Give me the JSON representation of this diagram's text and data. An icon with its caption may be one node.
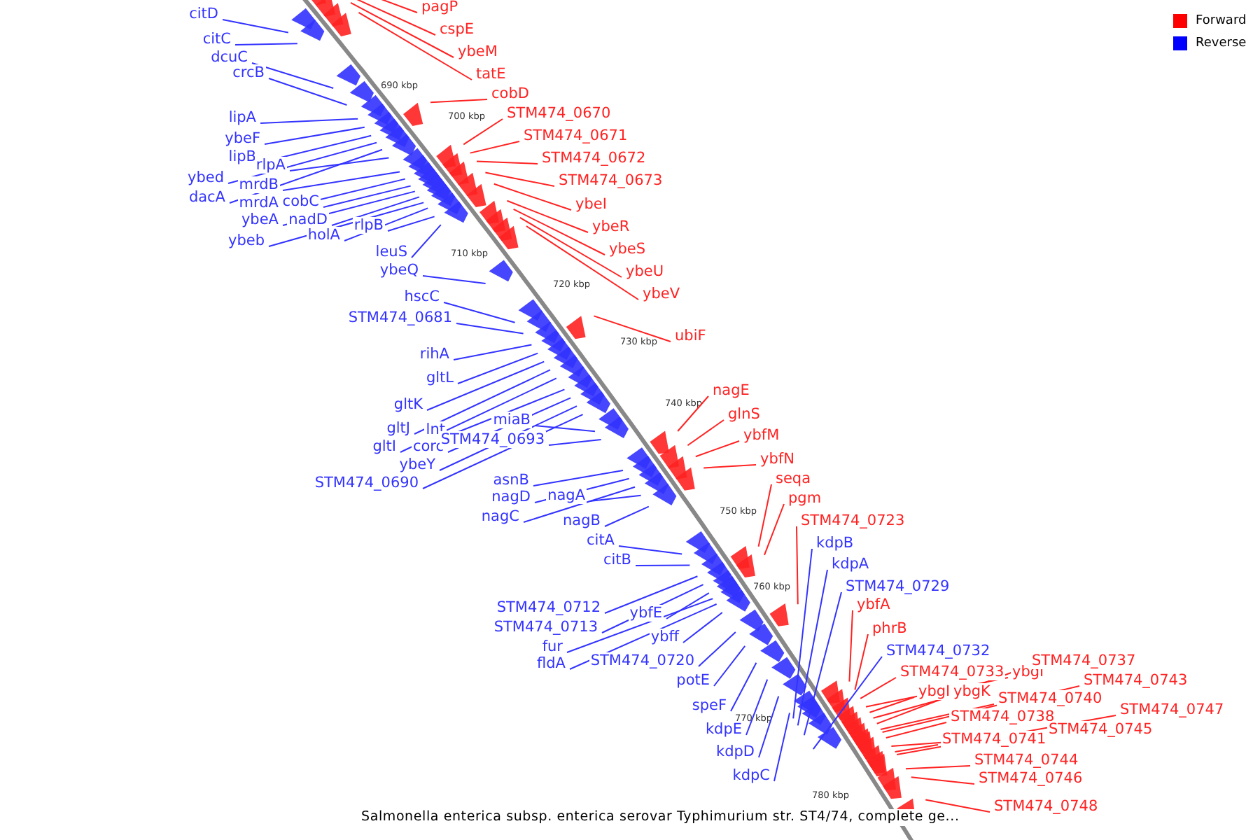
{
  "diagram": {
    "caption": "Salmonella enterica subsp. enterica serovar Typhimurium str. ST4/74, complete ge...",
    "nodes": [
      {
        "text": [
          "citD"
        ]
      },
      {
        "text": [
          "citC"
        ]
      },
      {
        "text": [
          "dcuC"
        ]
      },
      {
        "text": [
          "crcB"
        ]
      },
      {
        "text": [
          "lipA"
        ]
      },
      {
        "text": [
          "ybeF"
        ]
      },
      {
        "text": [
          "lipB"
        ]
      },
      {
        "text": [
          "ybed"
        ]
      },
      {
        "text": [
          "dacA"
        ]
      },
      {
        "text": [
          "rlpA"
        ]
      },
      {
        "text": [
          "mrdB"
        ]
      },
      {
        "text": [
          "mrdA"
        ]
      },
      {
        "text": [
          "cobC"
        ]
      },
      {
        "text": [
          "ybeA"
        ]
      },
      {
        "text": [
          "nadD"
        ]
      },
      {
        "text": [
          "ybeb"
        ]
      },
      {
        "text": [
          "holA"
        ]
      },
      {
        "text": [
          "rlpB"
        ]
      },
      {
        "text": [
          "leuS"
        ]
      },
      {
        "text": [
          "ybeQ"
        ]
      },
      {
        "text": [
          "hscC"
        ]
      },
      {
        "text": [
          "STM474_0681"
        ]
      },
      {
        "text": [
          "rihA"
        ]
      },
      {
        "text": [
          "gltL"
        ]
      },
      {
        "text": [
          "gltK"
        ]
      },
      {
        "text": [
          "gltJ"
        ]
      },
      {
        "text": [
          "gltI"
        ]
      },
      {
        "text": [
          "lnt"
        ]
      },
      {
        "text": [
          "corc"
        ]
      },
      {
        "text": [
          "ybeY"
        ]
      },
      {
        "text": [
          "STM474_0690"
        ]
      },
      {
        "text": [
          "miaB"
        ]
      },
      {
        "text": [
          "STM474_0693"
        ]
      },
      {
        "text": [
          "asnB"
        ]
      },
      {
        "text": [
          "nagD"
        ]
      },
      {
        "text": [
          "nagC"
        ]
      },
      {
        "text": [
          "nagA"
        ]
      },
      {
        "text": [
          "nagB"
        ]
      },
      {
        "text": [
          "citA"
        ]
      },
      {
        "text": [
          "citB"
        ]
      },
      {
        "text": [
          "STM474_0712"
        ]
      },
      {
        "text": [
          "STM474_0713"
        ]
      },
      {
        "text": [
          "ybfE"
        ]
      },
      {
        "text": [
          "fur"
        ]
      },
      {
        "text": [
          "fldA"
        ]
      },
      {
        "text": [
          "ybff"
        ]
      },
      {
        "text": [
          "STM474_0720"
        ]
      },
      {
        "text": [
          "potE"
        ]
      },
      {
        "text": [
          "speF"
        ]
      },
      {
        "text": [
          "kdpE"
        ]
      },
      {
        "text": [
          "kdpD"
        ]
      },
      {
        "text": [
          "kdpC"
        ]
      },
      {
        "text": [
          "kdpB"
        ]
      },
      {
        "text": [
          "kdpA"
        ]
      },
      {
        "text": [
          "STM474_0729"
        ]
      },
      {
        "text": [
          "STM474_0732"
        ]
      },
      {
        "text": [
          "pagP"
        ]
      },
      {
        "text": [
          "cspE"
        ]
      },
      {
        "text": [
          "ybeM"
        ]
      },
      {
        "text": [
          "tatE"
        ]
      },
      {
        "text": [
          "cobD"
        ]
      },
      {
        "text": [
          "STM474_0670"
        ]
      },
      {
        "text": [
          "STM474_0671"
        ]
      },
      {
        "text": [
          "STM474_0672"
        ]
      },
      {
        "text": [
          "STM474_0673"
        ]
      },
      {
        "text": [
          "ybeI"
        ]
      },
      {
        "text": [
          "ybeR"
        ]
      },
      {
        "text": [
          "ybeS"
        ]
      },
      {
        "text": [
          "ybeU"
        ]
      },
      {
        "text": [
          "ybeV"
        ]
      },
      {
        "text": [
          "ubiF"
        ]
      },
      {
        "text": [
          "nagE"
        ]
      },
      {
        "text": [
          "glnS"
        ]
      },
      {
        "text": [
          "ybfM"
        ]
      },
      {
        "text": [
          "ybfN"
        ]
      },
      {
        "text": [
          "seqa"
        ]
      },
      {
        "text": [
          "pgm"
        ]
      },
      {
        "text": [
          "STM474_0723"
        ]
      },
      {
        "text": [
          "ybfA"
        ]
      },
      {
        "text": [
          "phrB"
        ]
      },
      {
        "text": [
          "STM474_0733"
        ]
      },
      {
        "text": [
          "ybgI"
        ]
      },
      {
        "text": [
          "ybgI"
        ]
      },
      {
        "text": [
          "ybgK"
        ]
      },
      {
        "text": [
          "STM474_0737"
        ]
      },
      {
        "text": [
          "STM474_0743"
        ]
      },
      {
        "text": [
          "STM474_0740"
        ]
      },
      {
        "text": [
          "STM474_0738"
        ]
      },
      {
        "text": [
          "STM474_0745"
        ]
      },
      {
        "text": [
          "STM474_0747"
        ]
      },
      {
        "text": [
          "STM474_0741"
        ]
      },
      {
        "text": [
          "STM474_0744"
        ]
      },
      {
        "text": [
          "STM474_0746"
        ]
      },
      {
        "text": [
          "STM474_0748"
        ]
      }
    ],
    "edges": [
      {
        "from": 0,
        "to": null,
        "arrow": "none",
        "color": "#3333ff"
      },
      {
        "from": 1,
        "to": null,
        "arrow": "none",
        "color": "#3333ff"
      },
      {
        "from": 2,
        "to": null,
        "arrow": "none",
        "color": "#3333ff"
      },
      {
        "from": 3,
        "to": null,
        "arrow": "none",
        "color": "#3333ff"
      },
      {
        "from": 4,
        "to": null,
        "arrow": "none",
        "color": "#3333ff"
      },
      {
        "from": 5,
        "to": null,
        "arrow": "none",
        "color": "#3333ff"
      },
      {
        "from": 6,
        "to": null,
        "arrow": "none",
        "color": "#3333ff"
      },
      {
        "from": 7,
        "to": null,
        "arrow": "none",
        "color": "#3333ff"
      },
      {
        "from": 8,
        "to": null,
        "arrow": "none",
        "color": "#3333ff"
      },
      {
        "from": 9,
        "to": null,
        "arrow": "none",
        "color": "#3333ff"
      },
      {
        "from": 10,
        "to": null,
        "arrow": "none",
        "color": "#3333ff"
      },
      {
        "from": 11,
        "to": null,
        "arrow": "none",
        "color": "#3333ff"
      },
      {
        "from": 12,
        "to": null,
        "arrow": "none",
        "color": "#3333ff"
      },
      {
        "from": 13,
        "to": null,
        "arrow": "none",
        "color": "#3333ff"
      },
      {
        "from": 14,
        "to": null,
        "arrow": "none",
        "color": "#3333ff"
      },
      {
        "from": 15,
        "to": null,
        "arrow": "none",
        "color": "#3333ff"
      },
      {
        "from": 16,
        "to": null,
        "arrow": "none",
        "color": "#3333ff"
      },
      {
        "from": 17,
        "to": null,
        "arrow": "none",
        "color": "#3333ff"
      },
      {
        "from": 18,
        "to": null,
        "arrow": "none",
        "color": "#3333ff"
      },
      {
        "from": 19,
        "to": null,
        "arrow": "none",
        "color": "#3333ff"
      },
      {
        "from": 20,
        "to": null,
        "arrow": "none",
        "color": "#3333ff"
      },
      {
        "from": 21,
        "to": null,
        "arrow": "none",
        "color": "#3333ff"
      },
      {
        "from": 22,
        "to": null,
        "arrow": "none",
        "color": "#3333ff"
      },
      {
        "from": 23,
        "to": null,
        "arrow": "none",
        "color": "#3333ff"
      },
      {
        "from": 24,
        "to": null,
        "arrow": "none",
        "color": "#3333ff"
      },
      {
        "from": 25,
        "to": null,
        "arrow": "none",
        "color": "#3333ff"
      },
      {
        "from": 26,
        "to": null,
        "arrow": "none",
        "color": "#3333ff"
      },
      {
        "from": 27,
        "to": null,
        "arrow": "none",
        "color": "#3333ff"
      },
      {
        "from": 28,
        "to": null,
        "arrow": "none",
        "color": "#3333ff"
      },
      {
        "from": 29,
        "to": null,
        "arrow": "none",
        "color": "#3333ff"
      },
      {
        "from": 30,
        "to": null,
        "arrow": "none",
        "color": "#3333ff"
      },
      {
        "from": 31,
        "to": null,
        "arrow": "none",
        "color": "#3333ff"
      },
      {
        "from": 32,
        "to": null,
        "arrow": "none",
        "color": "#3333ff"
      },
      {
        "from": 33,
        "to": null,
        "arrow": "none",
        "color": "#3333ff"
      },
      {
        "from": 34,
        "to": null,
        "arrow": "none",
        "color": "#3333ff"
      },
      {
        "from": 35,
        "to": null,
        "arrow": "none",
        "color": "#3333ff"
      },
      {
        "from": 36,
        "to": null,
        "arrow": "none",
        "color": "#3333ff"
      },
      {
        "from": 37,
        "to": null,
        "arrow": "none",
        "color": "#3333ff"
      },
      {
        "from": 38,
        "to": null,
        "arrow": "none",
        "color": "#3333ff"
      },
      {
        "from": 39,
        "to": null,
        "arrow": "none",
        "color": "#3333ff"
      },
      {
        "from": 40,
        "to": null,
        "arrow": "none",
        "color": "#3333ff"
      },
      {
        "from": 41,
        "to": null,
        "arrow": "none",
        "color": "#3333ff"
      },
      {
        "from": 42,
        "to": null,
        "arrow": "none",
        "color": "#3333ff"
      },
      {
        "from": 43,
        "to": null,
        "arrow": "none",
        "color": "#3333ff"
      },
      {
        "from": 44,
        "to": null,
        "arrow": "none",
        "color": "#3333ff"
      },
      {
        "from": 45,
        "to": null,
        "arrow": "none",
        "color": "#3333ff"
      },
      {
        "from": 46,
        "to": null,
        "arrow": "none",
        "color": "#3333ff"
      },
      {
        "from": 47,
        "to": null,
        "arrow": "none",
        "color": "#3333ff"
      },
      {
        "from": 48,
        "to": null,
        "arrow": "none",
        "color": "#3333ff"
      },
      {
        "from": 49,
        "to": null,
        "arrow": "none",
        "color": "#3333ff"
      },
      {
        "from": 50,
        "to": null,
        "arrow": "none",
        "color": "#3333ff"
      },
      {
        "from": 51,
        "to": null,
        "arrow": "none",
        "color": "#3333ff"
      },
      {
        "from": 52,
        "to": null,
        "arrow": "none",
        "color": "#3333ff"
      },
      {
        "from": 53,
        "to": null,
        "arrow": "none",
        "color": "#3333ff"
      },
      {
        "from": 54,
        "to": null,
        "arrow": "none",
        "color": "#3333ff"
      },
      {
        "from": 55,
        "to": null,
        "arrow": "none",
        "color": "#3333ff"
      },
      {
        "from": 56,
        "to": null,
        "arrow": "none",
        "color": "#ff2222"
      },
      {
        "from": 57,
        "to": null,
        "arrow": "none",
        "color": "#ff2222"
      },
      {
        "from": 58,
        "to": null,
        "arrow": "none",
        "color": "#ff2222"
      },
      {
        "from": 59,
        "to": null,
        "arrow": "none",
        "color": "#ff2222"
      },
      {
        "from": 60,
        "to": null,
        "arrow": "none",
        "color": "#ff2222"
      },
      {
        "from": 61,
        "to": null,
        "arrow": "none",
        "color": "#ff2222"
      },
      {
        "from": 62,
        "to": null,
        "arrow": "none",
        "color": "#ff2222"
      },
      {
        "from": 63,
        "to": null,
        "arrow": "none",
        "color": "#ff2222"
      },
      {
        "from": 64,
        "to": null,
        "arrow": "none",
        "color": "#ff2222"
      },
      {
        "from": 65,
        "to": null,
        "arrow": "none",
        "color": "#ff2222"
      },
      {
        "from": 66,
        "to": null,
        "arrow": "none",
        "color": "#ff2222"
      },
      {
        "from": 67,
        "to": null,
        "arrow": "none",
        "color": "#ff2222"
      },
      {
        "from": 68,
        "to": null,
        "arrow": "none",
        "color": "#ff2222"
      },
      {
        "from": 69,
        "to": null,
        "arrow": "none",
        "color": "#ff2222"
      },
      {
        "from": 70,
        "to": null,
        "arrow": "none",
        "color": "#ff2222"
      },
      {
        "from": 71,
        "to": null,
        "arrow": "none",
        "color": "#ff2222"
      },
      {
        "from": 72,
        "to": null,
        "arrow": "none",
        "color": "#ff2222"
      },
      {
        "from": 73,
        "to": null,
        "arrow": "none",
        "color": "#ff2222"
      },
      {
        "from": 74,
        "to": null,
        "arrow": "none",
        "color": "#ff2222"
      },
      {
        "from": 75,
        "to": null,
        "arrow": "none",
        "color": "#ff2222"
      },
      {
        "from": 76,
        "to": null,
        "arrow": "none",
        "color": "#ff2222"
      },
      {
        "from": 77,
        "to": null,
        "arrow": "none",
        "color": "#ff2222"
      },
      {
        "from": 78,
        "to": null,
        "arrow": "none",
        "color": "#ff2222"
      },
      {
        "from": 79,
        "to": null,
        "arrow": "none",
        "color": "#ff2222"
      },
      {
        "from": 80,
        "to": null,
        "arrow": "none",
        "color": "#ff2222"
      },
      {
        "from": 81,
        "to": null,
        "arrow": "none",
        "color": "#ff2222"
      },
      {
        "from": 82,
        "to": null,
        "arrow": "none",
        "color": "#ff2222"
      },
      {
        "from": 83,
        "to": null,
        "arrow": "none",
        "color": "#ff2222"
      },
      {
        "from": 84,
        "to": null,
        "arrow": "none",
        "color": "#ff2222"
      },
      {
        "from": 85,
        "to": null,
        "arrow": "none",
        "color": "#ff2222"
      },
      {
        "from": 86,
        "to": null,
        "arrow": "none",
        "color": "#ff2222"
      },
      {
        "from": 87,
        "to": null,
        "arrow": "none",
        "color": "#ff2222"
      },
      {
        "from": 88,
        "to": null,
        "arrow": "none",
        "color": "#ff2222"
      },
      {
        "from": 89,
        "to": null,
        "arrow": "none",
        "color": "#ff2222"
      },
      {
        "from": 90,
        "to": null,
        "arrow": "none",
        "color": "#ff2222"
      },
      {
        "from": 91,
        "to": null,
        "arrow": "none",
        "color": "#ff2222"
      },
      {
        "from": 92,
        "to": null,
        "arrow": "none",
        "color": "#ff2222"
      },
      {
        "from": 93,
        "to": null,
        "arrow": "none",
        "color": "#ff2222"
      }
    ],
    "labels": [
      "690 kbp",
      "700 kbp",
      "710 kbp",
      "720 kbp",
      "730 kbp",
      "740 kbp",
      "750 kbp",
      "760 kbp",
      "770 kbp",
      "780 kbp"
    ],
    "legend": [
      {
        "text": "Forward",
        "color": "#ff0000"
      },
      {
        "text": "Reverse",
        "color": "#0000ff"
      }
    ]
  }
}
